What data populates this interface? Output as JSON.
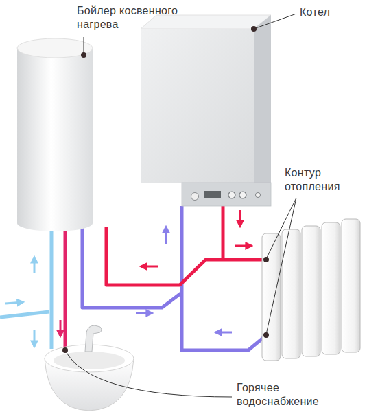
{
  "diagram": {
    "labels": [
      "Бойлер косвенного нагрева",
      "Котел",
      "Контур отопления",
      "Горячее водоснабжение"
    ]
  }
}
